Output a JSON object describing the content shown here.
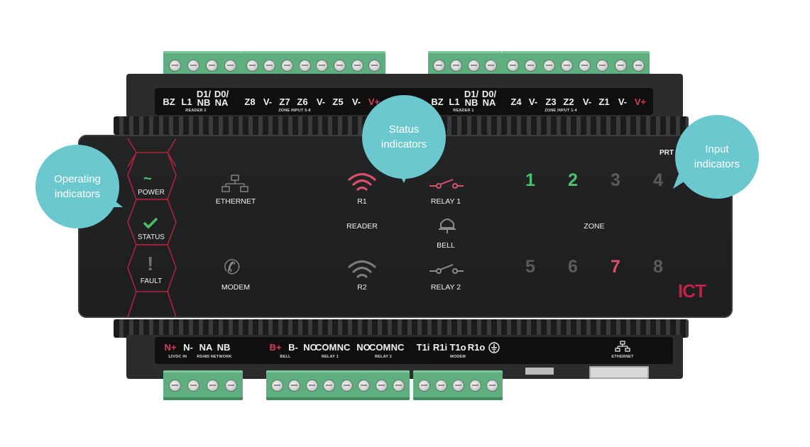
{
  "callouts": {
    "operating": "Operating indicators",
    "status": "Status indicators",
    "input": "Input indicators"
  },
  "top_terminals": {
    "left": [
      "BZ",
      "L1",
      "D1/\nNB",
      "D0/\nNA",
      "Z8",
      "V-",
      "Z7",
      "Z6",
      "V-",
      "Z5",
      "V-",
      "V+"
    ],
    "right": [
      "BZ",
      "L1",
      "D1/\nNB",
      "D0/\nNA",
      "Z4",
      "V-",
      "Z3",
      "Z2",
      "V-",
      "Z1",
      "V-",
      "V+"
    ],
    "groups": {
      "reader2": "READER 2",
      "zone_input_5_8": "ZONE INPUT 5-8",
      "reader1": "READER 1",
      "zone_input_1_4": "ZONE INPUT 1-4"
    }
  },
  "bottom_terminals": {
    "labels": [
      "N+",
      "N-",
      "NA",
      "NB",
      "B+",
      "B-",
      "NO",
      "COM",
      "NC",
      "NO",
      "COM",
      "NC",
      "T1i",
      "R1i",
      "T1o",
      "R1o"
    ],
    "groups": {
      "dc_in": "12VDC IN",
      "rs485": "RS485 NETWORK",
      "bell": "BELL",
      "relay1": "RELAY 1",
      "relay2": "RELAY 2",
      "modem": "MODEM",
      "ethernet": "ETHERNET"
    }
  },
  "operating_indicators": {
    "power": "POWER",
    "status": "STATUS",
    "fault": "FAULT"
  },
  "status_indicators": {
    "ethernet": "ETHERNET",
    "modem": "MODEM",
    "r1": "R1",
    "reader": "READER",
    "r2": "R2",
    "relay1": "RELAY 1",
    "bell": "BELL",
    "relay2": "RELAY 2"
  },
  "zones": {
    "label": "ZONE",
    "items": [
      {
        "n": "1",
        "state": "active",
        "color": "#4cc16a"
      },
      {
        "n": "2",
        "state": "active",
        "color": "#4cc16a"
      },
      {
        "n": "3",
        "state": "inactive",
        "color": "#5a5b5d"
      },
      {
        "n": "4",
        "state": "inactive",
        "color": "#5a5b5d"
      },
      {
        "n": "5",
        "state": "inactive",
        "color": "#5a5b5d"
      },
      {
        "n": "6",
        "state": "inactive",
        "color": "#5a5b5d"
      },
      {
        "n": "7",
        "state": "alarm",
        "color": "#d9506e"
      },
      {
        "n": "8",
        "state": "inactive",
        "color": "#5a5b5d"
      }
    ]
  },
  "prt_label": "PRT",
  "logo": "ICT",
  "colors": {
    "accent_red": "#c4214a",
    "accent_green": "#4cc16a",
    "callout": "#6cc8cf",
    "terminal_green": "#5fae7f"
  }
}
